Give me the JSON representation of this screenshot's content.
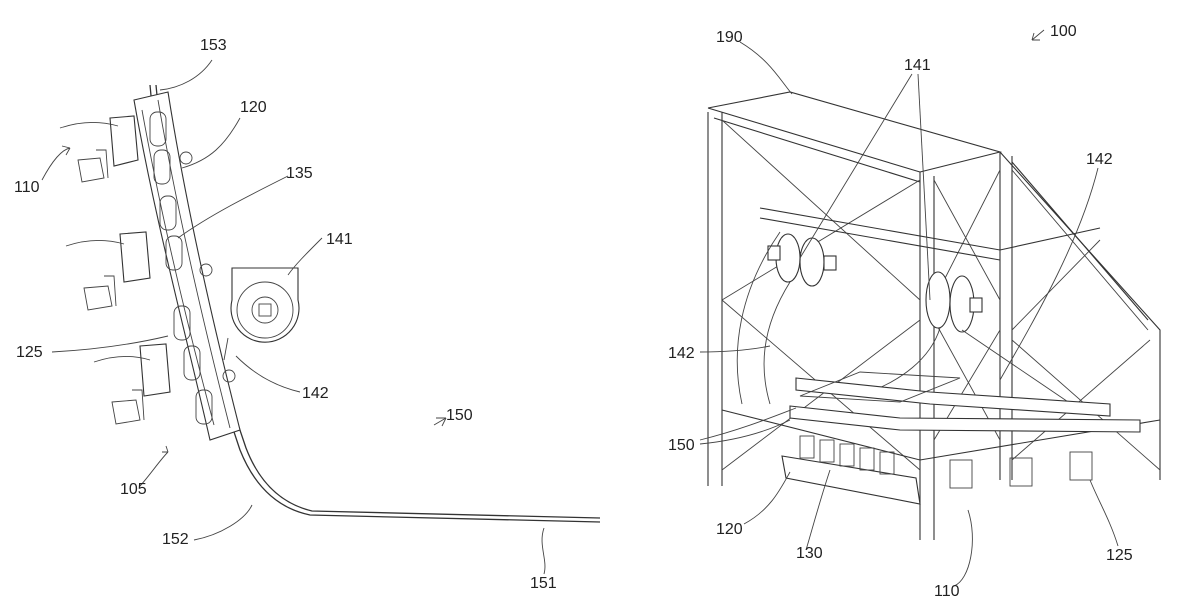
{
  "left_figure": {
    "labels": {
      "l153": "153",
      "l120": "120",
      "l135": "135",
      "l141": "141",
      "l110": "110",
      "l125": "125",
      "l142": "142",
      "l150": "150",
      "l105": "105",
      "l152": "152",
      "l151": "151"
    }
  },
  "right_figure": {
    "labels": {
      "l100": "100",
      "l190": "190",
      "l141": "141",
      "l142a": "142",
      "l142b": "142",
      "l150": "150",
      "l120": "120",
      "l130": "130",
      "l110": "110",
      "l125": "125"
    }
  }
}
